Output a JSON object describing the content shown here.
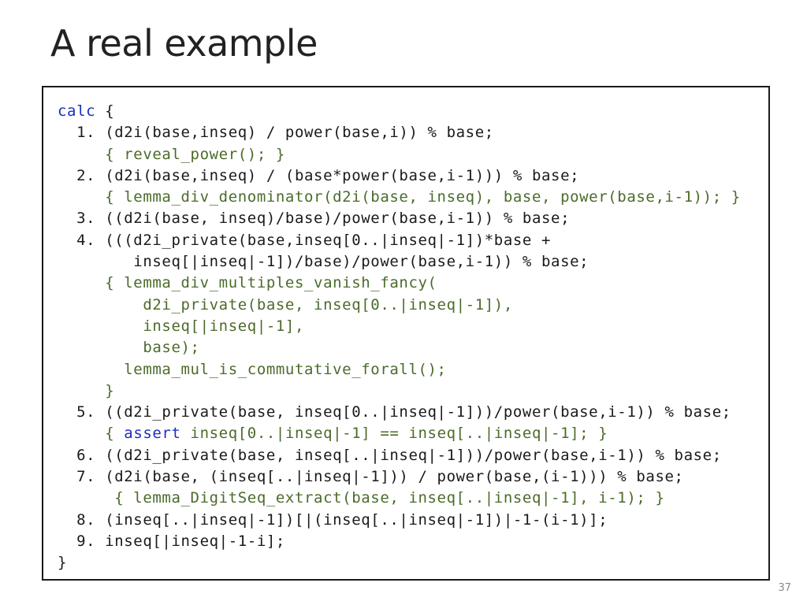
{
  "slide": {
    "title": "A real example",
    "page_number": "37"
  },
  "colors": {
    "keyword": "#1a2fbf",
    "comment_green": "#4b6b2a",
    "text": "#1a1a1a",
    "border": "#1a1a1a",
    "page_number": "#888888"
  },
  "code_lines": [
    [
      {
        "t": "calc",
        "c": "kw"
      },
      {
        "t": " {",
        "c": "plain"
      }
    ],
    [
      {
        "t": "  1. (d2i(base,inseq) / power(base,i)) % base;",
        "c": "plain"
      }
    ],
    [
      {
        "t": "     { reveal_power(); }",
        "c": "cm"
      }
    ],
    [
      {
        "t": "  2. (d2i(base,inseq) / (base*power(base,i-1))) % base;",
        "c": "plain"
      }
    ],
    [
      {
        "t": "     { lemma_div_denominator(d2i(base, inseq), base, power(base,i-1)); }",
        "c": "cm"
      }
    ],
    [
      {
        "t": "  3. ((d2i(base, inseq)/base)/power(base,i-1)) % base;",
        "c": "plain"
      }
    ],
    [
      {
        "t": "  4. (((d2i_private(base,inseq[0..|inseq|-1])*base +",
        "c": "plain"
      }
    ],
    [
      {
        "t": "        inseq[|inseq|-1])/base)/power(base,i-1)) % base;",
        "c": "plain"
      }
    ],
    [
      {
        "t": "     { lemma_div_multiples_vanish_fancy(",
        "c": "cm"
      }
    ],
    [
      {
        "t": "         d2i_private(base, inseq[0..|inseq|-1]),",
        "c": "cm"
      }
    ],
    [
      {
        "t": "         inseq[|inseq|-1],",
        "c": "cm"
      }
    ],
    [
      {
        "t": "         base);",
        "c": "cm"
      }
    ],
    [
      {
        "t": "       lemma_mul_is_commutative_forall();",
        "c": "cm"
      }
    ],
    [
      {
        "t": "     }",
        "c": "cm"
      }
    ],
    [
      {
        "t": "  5. ((d2i_private(base, inseq[0..|inseq|-1]))/power(base,i-1)) % base;",
        "c": "plain"
      }
    ],
    [
      {
        "t": "     { ",
        "c": "cm"
      },
      {
        "t": "assert",
        "c": "kw"
      },
      {
        "t": " inseq[0..|inseq|-1] == inseq[..|inseq|-1]; }",
        "c": "cm"
      }
    ],
    [
      {
        "t": "  6. ((d2i_private(base, inseq[..|inseq|-1]))/power(base,i-1)) % base;",
        "c": "plain"
      }
    ],
    [
      {
        "t": "  7. (d2i(base, (inseq[..|inseq|-1])) / power(base,(i-1))) % base;",
        "c": "plain"
      }
    ],
    [
      {
        "t": "      { lemma_DigitSeq_extract(base, inseq[..|inseq|-1], i-1); }",
        "c": "cm"
      }
    ],
    [
      {
        "t": "  8. (inseq[..|inseq|-1])[|(inseq[..|inseq|-1])|-1-(i-1)];",
        "c": "plain"
      }
    ],
    [
      {
        "t": "  9. inseq[|inseq|-1-i];",
        "c": "plain"
      }
    ],
    [
      {
        "t": "}",
        "c": "plain"
      }
    ]
  ]
}
